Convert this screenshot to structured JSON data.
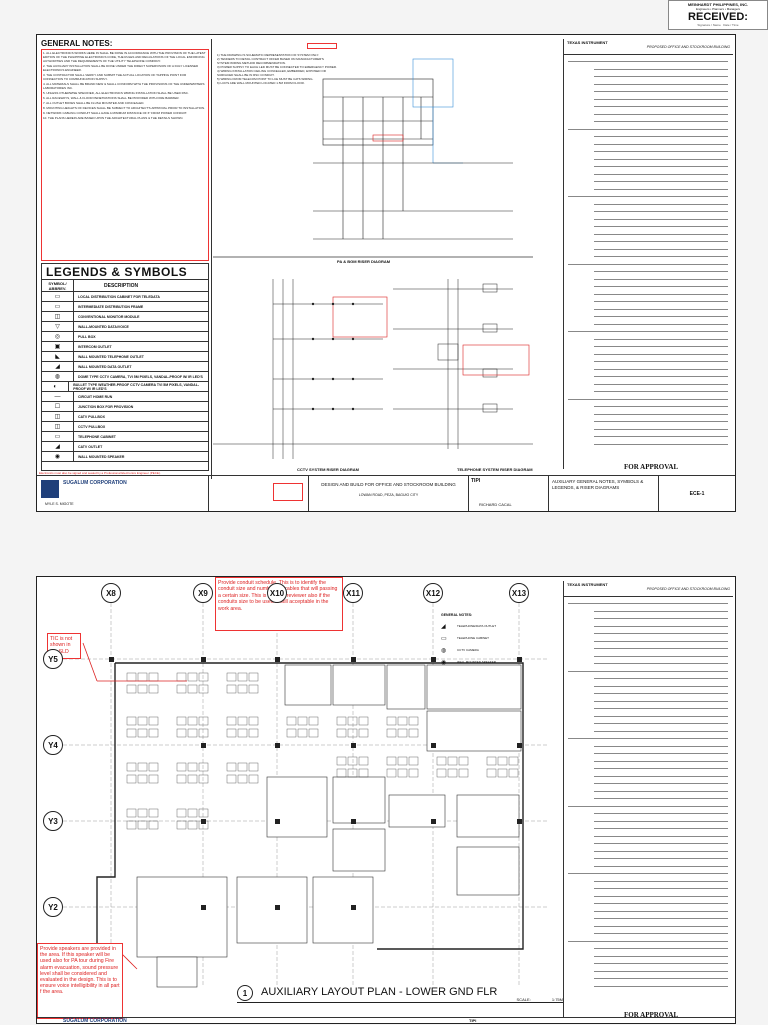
{
  "stamp": {
    "company": "MEINHARDT PHILIPPINES, INC.",
    "subtitle": "Engineers • Planners • Managers",
    "received": "RECEIVED:",
    "line1": "Signature / Name",
    "line2": "Date / Time"
  },
  "sheet1": {
    "general_notes_title": "GENERAL NOTES:",
    "general_notes": [
      "1. ALL ELECTRONICS WORKS HERE IN SHALL BE DONE IN ACCORDANCE WITH THE PROVISION OF THE LATEST EDITION OF THE PHILIPPINE ELECTRONICS CODE, THE RULES AND REGULATIONS OF THE LOCAL ENFORCING AUTHORITIES AND THE REQUIREMENTS OF THE UTILITY TELEPHONE COMPANY.",
      "2. THE AUXILIARY INSTALLATION SHALL BE DONE UNDER THE DIRECT SUPERVISION OF A DULY LICENSED ELECTRONICS ENGINEER.",
      "3. THE CONTRACTOR SHALL VERIFY AND SUBMIT THE ACTUAL LOCATION OF TAPPING POINT FOR CONNECTION TO COMMUNICATION SUPPLY.",
      "4. ALL MATERIALS SHALL BE BRAND NEW & SHALL CONFORM WITH THE PROVISIONS OF THE UNDERWRITERS LABORATORIES INC.",
      "5. UNLESS OTHERWISE SPECIFIED, ALL ELECTRONICS WIRING INSTALLATION SHALL BE USED RSC.",
      "6. ALL RACEWAYS, WALL & FLOOR PENETRATIONS SHALL BE PROVIDED WITH FIRE BARRIER.",
      "7. ALL OUTLET BOXES SHALL BE FLUSH MOUNTED AND CONCEALED.",
      "8. MOUNTING HEIGHTS OF DEVICES SHALL BE SUBJECT TO ARCHITECT'S APPROVAL PRIOR TO INSTALLATION.",
      "9. NETWORK CABLING CONDUIT SHALL HAVE A MINIMUM DISTANCE OF 6\" FROM POWER CONDUIT.",
      "10. THE PLANS HEREIN ARE BASED UPON THE ARCHITECTURAL PLANS & THE DETAILS SHOWN."
    ],
    "legend_title": "LEGENDS & SYMBOLS",
    "legend_header_symbol": "SYMBOL/ ABBREV.",
    "legend_header_desc": "DESCRIPTION",
    "legend_items": [
      {
        "sym": "▭",
        "desc": "LOCAL DISTRIBUTION CABINET FOR TELEDATA"
      },
      {
        "sym": "▭",
        "desc": "INTERMEDIATE DISTRIBUTION FRAME"
      },
      {
        "sym": "◫",
        "desc": "CONVENTIONAL MONITOR MODULE"
      },
      {
        "sym": "▽",
        "desc": "WALL-MOUNTED DATA/VOICE"
      },
      {
        "sym": "◎",
        "desc": "PULL BOX"
      },
      {
        "sym": "▣",
        "desc": "INTERCOM OUTLET"
      },
      {
        "sym": "◣",
        "desc": "WALL MOUNTED TELEPHONE OUTLET"
      },
      {
        "sym": "◢",
        "desc": "WALL MOUNTED DATA OUTLET"
      },
      {
        "sym": "◍",
        "desc": "DOME TYPE CCTV CAMERA, TVI 5M PIXELS, VANDAL-PROOF W/ IR LED'S"
      },
      {
        "sym": "◐",
        "desc": "BULLET TYPE WEATHER-PROOF CCTV CAMERA TVI 5M PIXELS, VANDAL-PROOF W/ IR LED'S"
      },
      {
        "sym": "—",
        "desc": "CIRCUIT HOME RUN"
      },
      {
        "sym": "☐",
        "desc": "JUNCTION BOX FOR PROVISION"
      },
      {
        "sym": "◫",
        "desc": "CATV PULLBOX"
      },
      {
        "sym": "◫",
        "desc": "CCTV PULLBOX"
      },
      {
        "sym": "▭",
        "desc": "TELEPHONE CABINET"
      },
      {
        "sym": "◢",
        "desc": "CATV OUTLET"
      },
      {
        "sym": "◉",
        "desc": "WALL MOUNTED SPEAKER"
      }
    ],
    "notes_top": [
      "1) THE DRAWING IS SCHEMATIC REPRESENTATION OF SYSTEM ONLY.",
      "2) TENDERS TO DETAIL CONTRACT OFFER BASED ON MANUFACTURER'S SYSTEM WIRING METHOD RECOMMENDATION.",
      "3) POWER SUPPLY TO EACH LED MUST BE CONNECTED TO EMERGENCY POWER.",
      "4) WIRING INSTALLATION CEILING CONCEALED, EMBEDDED, EXPOSED OR SURFACED SHALL BE IN RSC CONDUIT.",
      "5) WIRING FROM TELECOM POINT TO LCE MUST BE CAT6 WIRING.",
      "6) LCD'S ARE WALL MOUNTED LOCATED 1.5M FROM FLOOR."
    ],
    "pa_title": "PA & BGM RISER DIAGRAM",
    "cctv_title": "CCTV SYSTEM RISER DIAGRAM",
    "tel_title": "TELEPHONE SYSTEM RISER DIAGRAM",
    "rev_header_company": "TEXAS INSTRUMENT",
    "rev_header_project": "PROPOSED OFFICE AND STOCKROOM BUILDING",
    "for_approval": "FOR APPROVAL",
    "drawing_title": "AUXILIARY GENERAL NOTES, SYMBOLS & LEGENDS, & RISER DIAGRAMS",
    "sheet_no": "ECE-1",
    "title_block_project": "DESIGN AND BUILD FOR OFFICE AND STOCKROOM BUILDING",
    "title_block_location": "LOWAN ROAD, PEZA, BAGUIO CITY",
    "designer_name": "RICHARD CACAL",
    "client": "TIPI",
    "firm": "SUGALUM CORPORATION",
    "signatory": "MYLE S. MIGOTE",
    "bottom_note": "Electronics must also be signed and sealed by a Professional Electronics Engineer (PECE)."
  },
  "sheet2": {
    "grid_x": [
      "X8",
      "X9",
      "X10",
      "X11",
      "X12",
      "X13"
    ],
    "grid_y": [
      "Y5",
      "Y4",
      "Y3",
      "Y2"
    ],
    "comment_top": "Provide conduit schedule. This is to identify the conduit size and numbers of cables that will passing a certain size. This is to allow reviewer also if the conduits size to be used is still acceptable in the work area.",
    "comment_left": "TIC is not shown in the SLD",
    "comment_bottom": "Provide speakers are provided in the area. If this speaker will be used also for PA tour during Fire alarm evacuation, sound pressure level shall be considered and evaluated in the design. This is to ensure voice intelligibility in all part f the area.",
    "legend_title": "GENERAL NOTES:",
    "legend_items": [
      "TELEPHONE/DATA OUTLET",
      "TELEPHONE CABINET",
      "CCTV CAMERA",
      "WALL MOUNTED SPEAKER"
    ],
    "plan_no": "1",
    "plan_title": "AUXILIARY LAYOUT PLAN - LOWER GND FLR",
    "scale_label": "SCALE:",
    "scale_value": "1:75M",
    "for_approval": "FOR APPROVAL",
    "firm": "SUGALUM CORPORATION",
    "client": "TIPI",
    "rev_header_company": "TEXAS INSTRUMENT",
    "rev_header_project": "PROPOSED OFFICE AND STOCKROOM BUILDING"
  },
  "colors": {
    "markup_red": "#dd2222",
    "line_dark": "#222222",
    "paper": "#ffffff"
  }
}
